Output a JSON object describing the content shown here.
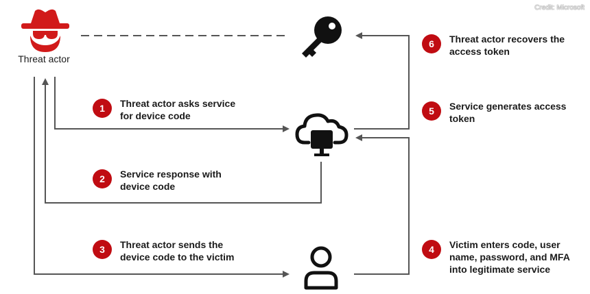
{
  "credit": "Credit: Microsoft",
  "actor": {
    "label": "Threat actor"
  },
  "steps": [
    {
      "num": "1",
      "text_line1": "Threat actor asks service",
      "text_line2": "for device code"
    },
    {
      "num": "2",
      "text_line1": "Service response with",
      "text_line2": "device code"
    },
    {
      "num": "3",
      "text_line1": "Threat actor sends the",
      "text_line2": "device code to the victim"
    },
    {
      "num": "4",
      "text_line1": "Victim enters code, user",
      "text_line2": "name, password, and MFA",
      "text_line3": "into legitimate service"
    },
    {
      "num": "5",
      "text_line1": "Service generates access",
      "text_line2": "token"
    },
    {
      "num": "6",
      "text_line1": "Threat actor recovers the",
      "text_line2": "access token"
    }
  ],
  "icons": {
    "actor": "hacker-icon",
    "key": "key-icon",
    "service": "cloud-service-icon",
    "victim": "user-icon"
  },
  "colors": {
    "badge": "#c00c12",
    "hacker": "#d11a1a",
    "line": "#555555"
  }
}
